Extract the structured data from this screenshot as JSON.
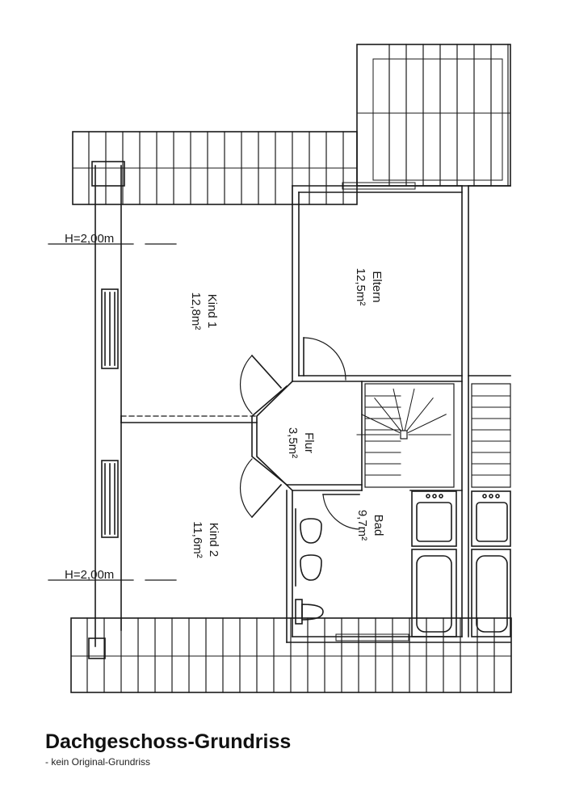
{
  "caption": {
    "title": "Dachgeschoss-Grundriss",
    "subtitle": "- kein Original-Grundriss"
  },
  "height_marks": {
    "top": "H=2,00m",
    "bottom": "H=2,00m"
  },
  "rooms": {
    "eltern": {
      "name": "Eltern",
      "area": "12,5m²"
    },
    "kind1": {
      "name": "Kind 1",
      "area": "12,8m²"
    },
    "flur": {
      "name": "Flur",
      "area": "3,5m²"
    },
    "kind2": {
      "name": "Kind 2",
      "area": "11,6m²"
    },
    "bad": {
      "name": "Bad",
      "area": "9,7m²"
    }
  },
  "colors": {
    "ink": "#1a1a1a",
    "paper": "#ffffff"
  }
}
